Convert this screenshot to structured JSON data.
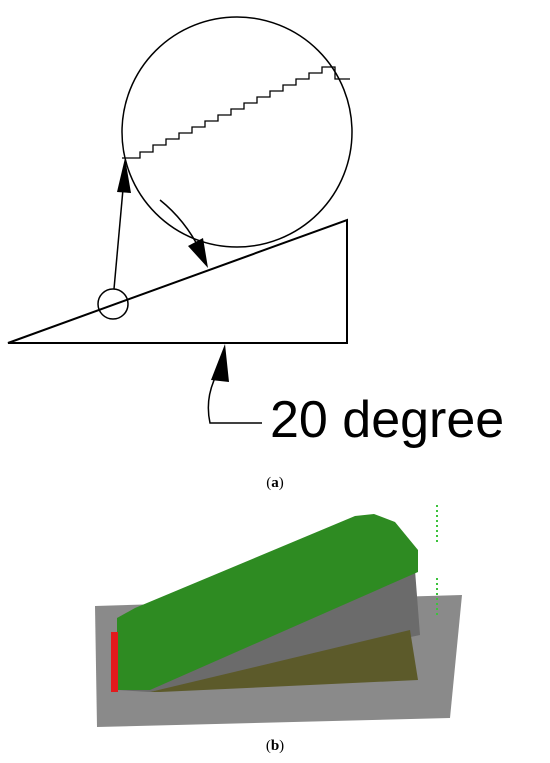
{
  "figure_a": {
    "angle_label": "20 degree",
    "caption_open": "(",
    "caption_letter": "a",
    "caption_close": ")"
  },
  "figure_b": {
    "caption_open": "(",
    "caption_letter": "b",
    "caption_close": ")",
    "colors": {
      "ramp_top": "#2e8b22",
      "ramp_side": "#6b6b6b",
      "base": "#8a8a8a",
      "wedge": "#5c5a2a",
      "edge_marker": "#e31a1c",
      "dotted_marker": "#3cc23c"
    }
  }
}
